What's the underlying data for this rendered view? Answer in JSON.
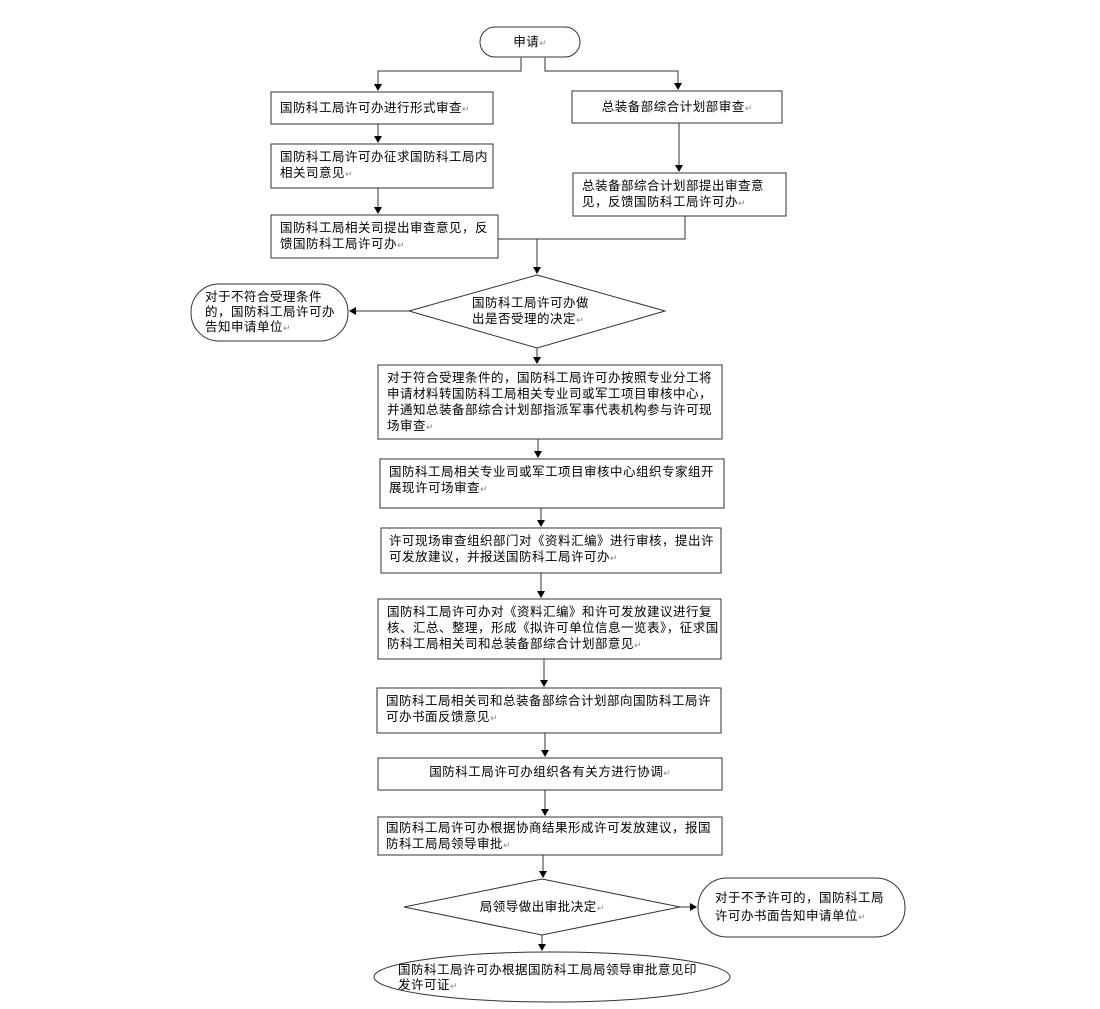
{
  "diagram": {
    "type": "flowchart",
    "paragraph_mark": "↵",
    "colors": {
      "stroke": "#333333",
      "background": "#ffffff",
      "text": "#000000"
    },
    "nodes": {
      "start": {
        "shape": "rounded",
        "text": "申请"
      },
      "form_review": {
        "shape": "rect",
        "text": "国防科工局许可办进行形式审查"
      },
      "solicit_opinions": {
        "shape": "rect",
        "text": "国防科工局许可办征求国防科工局内相关司意见"
      },
      "dept_feedback": {
        "shape": "rect",
        "text": "国防科工局相关司提出审查意见，反馈国防科工局许可办"
      },
      "gad_review": {
        "shape": "rect",
        "text": "总装备部综合计划部审查"
      },
      "gad_feedback": {
        "shape": "rect",
        "text": "总装备部综合计划部提出审查意见，反馈国防科工局许可办"
      },
      "accept_decision": {
        "shape": "diamond",
        "text": "国防科工局许可办做出是否受理的决定"
      },
      "reject_notice": {
        "shape": "rounded",
        "text": "对于不符合受理条件的，国防科工局许可办告知申请单位"
      },
      "forward_materials": {
        "shape": "rect",
        "text": "对于符合受理条件的，国防科工局许可办按照专业分工将申请材料转国防科工局相关专业司或军工项目审核中心，并通知总装备部综合计划部指派军事代表机构参与许可现场审查"
      },
      "onsite_review": {
        "shape": "rect",
        "text": "国防科工局相关专业司或军工项目审核中心组织专家组开展现许可场审查"
      },
      "compile_review": {
        "shape": "rect",
        "text": "许可现场审查组织部门对《资料汇编》进行审核，提出许可发放建议，并报送国防科工局许可办"
      },
      "recheck_summary": {
        "shape": "rect",
        "text": "国防科工局许可办对《资料汇编》和许可发放建议进行复核、汇总、整理，形成《拟许可单位信息一览表》，征求国防科工局相关司和总装备部综合计划部意见"
      },
      "written_feedback": {
        "shape": "rect",
        "text": "国防科工局相关司和总装备部综合计划部向国防科工局许可办书面反馈意见"
      },
      "coordination": {
        "shape": "rect",
        "text": "国防科工局许可办组织各有关方进行协调"
      },
      "issue_proposal": {
        "shape": "rect",
        "text": "国防科工局许可办根据协商结果形成许可发放建议，报国防科工局局领导审批"
      },
      "approval_decision": {
        "shape": "diamond",
        "text": "局领导做出审批决定"
      },
      "deny_notice": {
        "shape": "rounded",
        "text": "对于不予许可的，国防科工局许可办书面告知申请单位"
      },
      "issue_license": {
        "shape": "ellipse",
        "text": "国防科工局许可办根据国防科工局局领导审批意见印发许可证"
      }
    },
    "edges": [
      [
        "start",
        "form_review"
      ],
      [
        "start",
        "gad_review"
      ],
      [
        "form_review",
        "solicit_opinions"
      ],
      [
        "solicit_opinions",
        "dept_feedback"
      ],
      [
        "gad_review",
        "gad_feedback"
      ],
      [
        "dept_feedback",
        "accept_decision"
      ],
      [
        "gad_feedback",
        "accept_decision"
      ],
      [
        "accept_decision",
        "reject_notice"
      ],
      [
        "accept_decision",
        "forward_materials"
      ],
      [
        "forward_materials",
        "onsite_review"
      ],
      [
        "onsite_review",
        "compile_review"
      ],
      [
        "compile_review",
        "recheck_summary"
      ],
      [
        "recheck_summary",
        "written_feedback"
      ],
      [
        "written_feedback",
        "coordination"
      ],
      [
        "coordination",
        "issue_proposal"
      ],
      [
        "issue_proposal",
        "approval_decision"
      ],
      [
        "approval_decision",
        "deny_notice"
      ],
      [
        "approval_decision",
        "issue_license"
      ]
    ]
  }
}
